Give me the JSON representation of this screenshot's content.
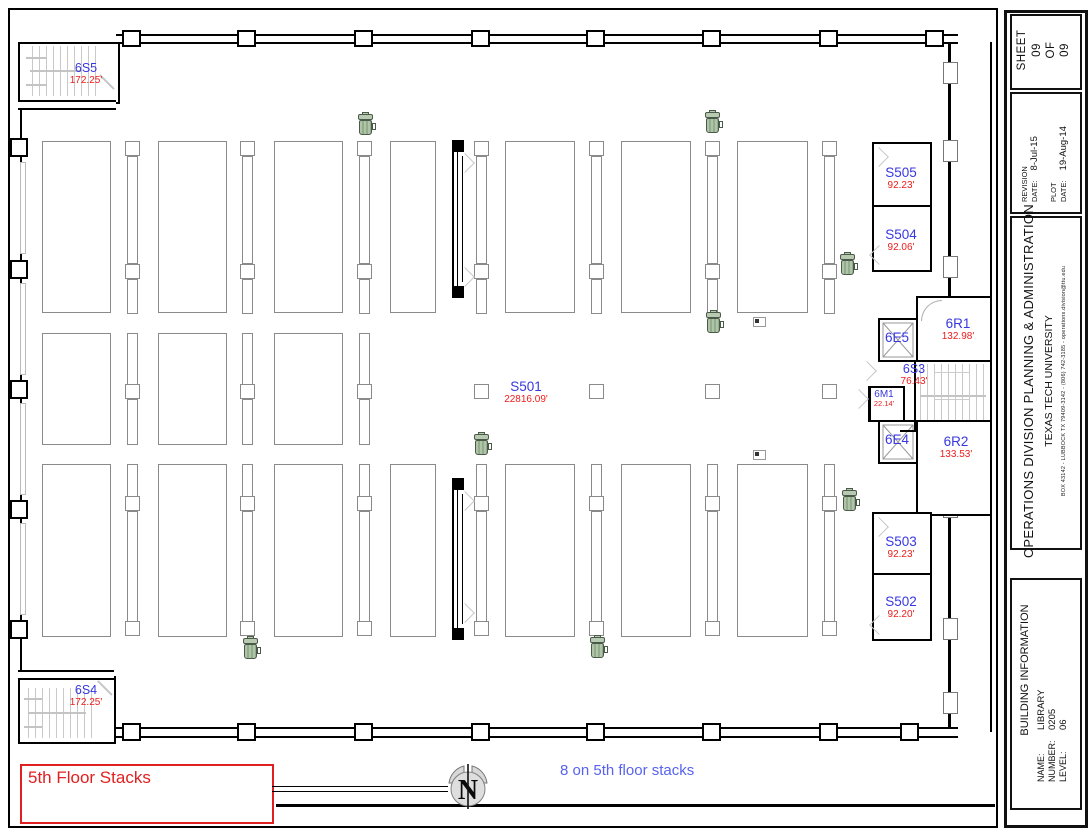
{
  "title_block": {
    "sheet": {
      "label": "SHEET",
      "number": "09",
      "of": "OF",
      "total": "09"
    },
    "revision": {
      "label": "REVISION",
      "date_label": "DATE:",
      "date": "8-Jul-15"
    },
    "plot": {
      "label": "PLOT",
      "date_label": "DATE:",
      "date": "19-Aug-14"
    },
    "department": "OPERATIONS DIVISION PLANNING & ADMINISTRATION",
    "university": "TEXAS TECH UNIVERSITY",
    "address": "BOX 43142 - LUBBOCK TX 79409-3142 - (806) 742-3185 - operations.division@ttu.edu",
    "building": {
      "header": "BUILDING INFORMATION",
      "name_label": "NAME:",
      "name": "LIBRARY",
      "number_label": "NUMBER:",
      "number": "0205",
      "level_label": "LEVEL:",
      "level": "06"
    }
  },
  "plan": {
    "rooms": [
      {
        "code": "6S5",
        "area": "172.25'"
      },
      {
        "code": "S505",
        "area": "92.23'"
      },
      {
        "code": "S504",
        "area": "92.06'"
      },
      {
        "code": "6R1",
        "area": "132.98'"
      },
      {
        "code": "6E5",
        "area": ""
      },
      {
        "code": "6S3",
        "area": "76.43'"
      },
      {
        "code": "6M1",
        "area": "22.14'"
      },
      {
        "code": "6E4",
        "area": ""
      },
      {
        "code": "6R2",
        "area": "133.53'"
      },
      {
        "code": "S503",
        "area": "92.23'"
      },
      {
        "code": "S502",
        "area": "92.20'"
      },
      {
        "code": "S501",
        "area": "22816.09'"
      },
      {
        "code": "6S4",
        "area": "172.25'"
      }
    ],
    "annotations": {
      "drawing_title": "5th Floor Stacks",
      "note": "8 on 5th floor stacks",
      "bin_count": "8"
    },
    "colors": {
      "room_label": "#3838E0",
      "area_value": "#EE1C1C",
      "title_red": "#E02020",
      "note_blue": "#5763EE",
      "bin_green": "#AFC4A9"
    }
  }
}
